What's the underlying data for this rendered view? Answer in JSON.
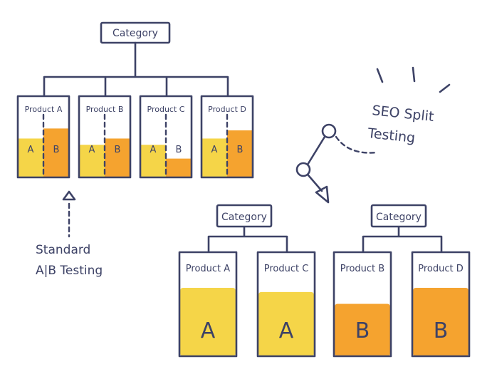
{
  "colors": {
    "ink": "#3d4266",
    "variant_a": "#f5d548",
    "variant_b": "#f5a32f",
    "background": "#ffffff"
  },
  "ab_tree": {
    "category_label": "Category",
    "products": [
      {
        "name": "Product A",
        "a_label": "A",
        "b_label": "B",
        "a_fill": 0.62,
        "b_fill": 0.78
      },
      {
        "name": "Product B",
        "a_label": "A",
        "b_label": "B",
        "a_fill": 0.52,
        "b_fill": 0.62
      },
      {
        "name": "Product C",
        "a_label": "A",
        "b_label": "B",
        "a_fill": 0.52,
        "b_fill": 0.3
      },
      {
        "name": "Product D",
        "a_label": "A",
        "b_label": "B",
        "a_fill": 0.62,
        "b_fill": 0.75
      }
    ]
  },
  "ab_caption": "Standard\nA|B Testing",
  "seo_caption": "SEO Split\nTesting",
  "seo_groups": [
    {
      "category_label": "Category",
      "products": [
        {
          "name": "Product A",
          "variant": "A",
          "fill": 0.98
        },
        {
          "name": "Product C",
          "variant": "A",
          "fill": 0.92
        }
      ]
    },
    {
      "category_label": "Category",
      "products": [
        {
          "name": "Product B",
          "variant": "B",
          "fill": 0.75
        },
        {
          "name": "Product D",
          "variant": "B",
          "fill": 0.98
        }
      ]
    }
  ]
}
